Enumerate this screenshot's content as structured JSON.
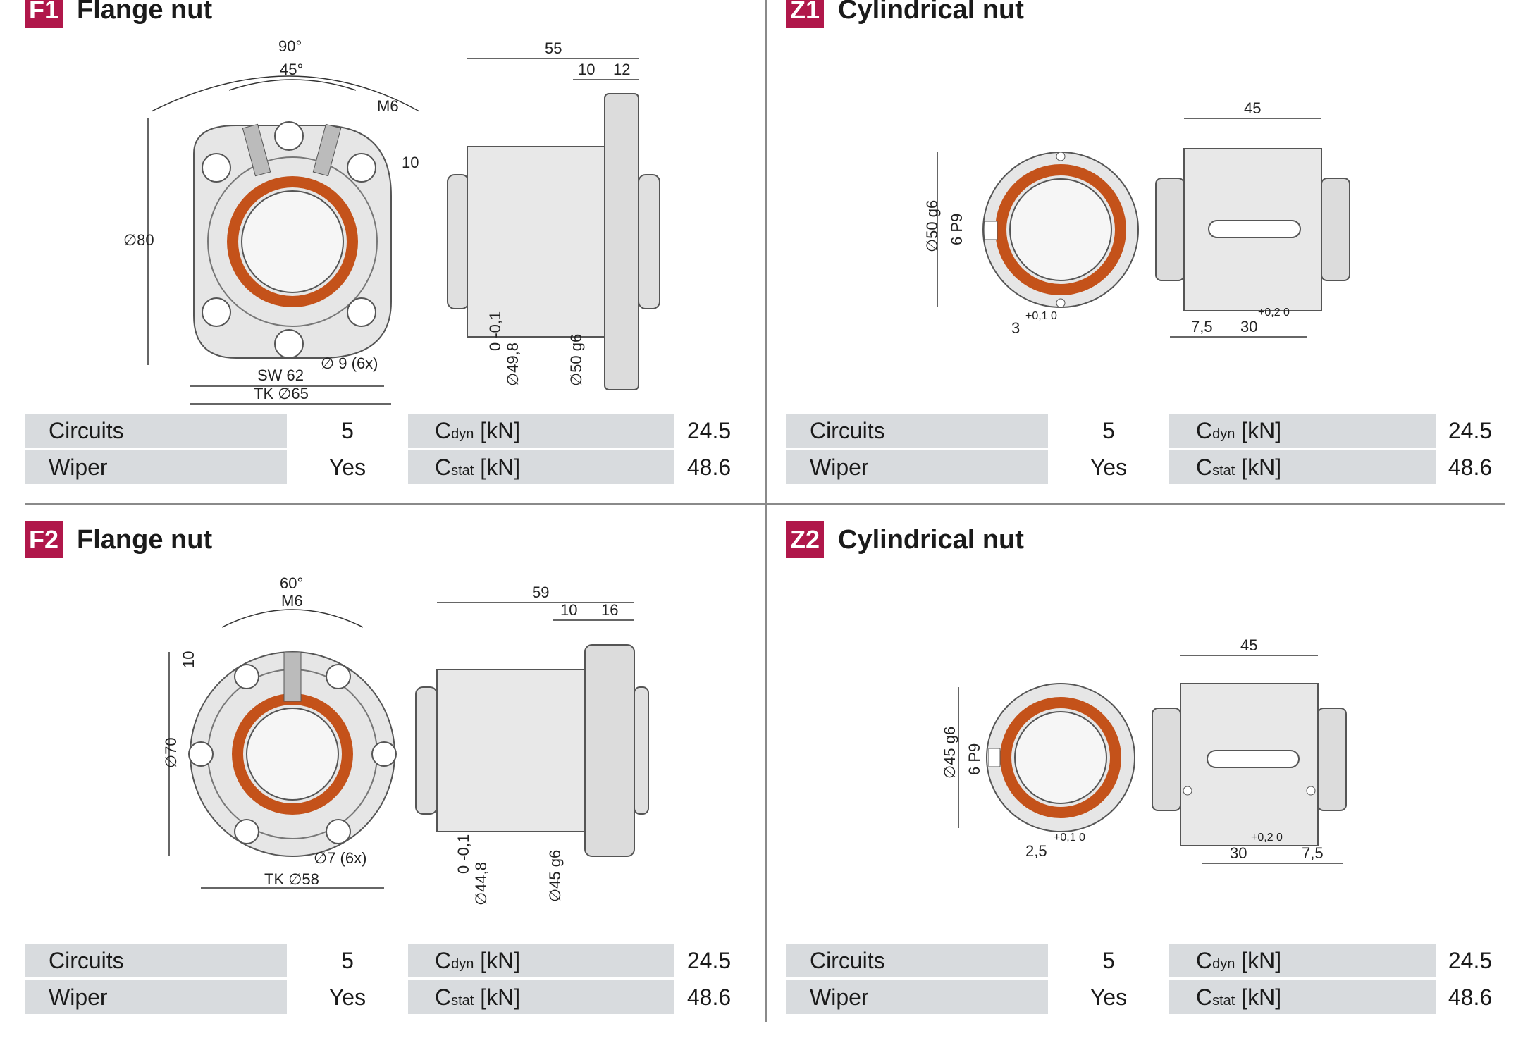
{
  "panels": [
    {
      "code": "F1",
      "title": "Flange nut",
      "dims": {
        "a1": "90°",
        "a2": "45°",
        "thread": "M6",
        "d10": "10",
        "dia80": "∅80",
        "l55": "55",
        "l10": "10",
        "l12": "12",
        "sw": "SW 62",
        "tk": "TK ∅65",
        "hole": "∅ 9 (6x)",
        "d1": "∅49,8",
        "d1tol": "0 -0,1",
        "d2": "∅50 g6"
      },
      "specs": {
        "circuits_label": "Circuits",
        "circuits": "5",
        "cdyn_main": "C",
        "cdyn_sub": "dyn",
        "cdyn_unit": " [kN]",
        "cdyn": "24.5",
        "wiper_label": "Wiper",
        "wiper": "Yes",
        "cstat_main": "C",
        "cstat_sub": "stat",
        "cstat_unit": " [kN]",
        "cstat": "48.6"
      }
    },
    {
      "code": "Z1",
      "title": "Cylindrical nut",
      "dims": {
        "l45": "45",
        "d": "∅50 g6",
        "key": "6 P9",
        "k3": "3",
        "ktol": "+0,1 0",
        "l7": "7,5",
        "l30": "30",
        "ltol": "+0,2 0"
      },
      "specs": {
        "circuits_label": "Circuits",
        "circuits": "5",
        "cdyn_main": "C",
        "cdyn_sub": "dyn",
        "cdyn_unit": " [kN]",
        "cdyn": "24.5",
        "wiper_label": "Wiper",
        "wiper": "Yes",
        "cstat_main": "C",
        "cstat_sub": "stat",
        "cstat_unit": " [kN]",
        "cstat": "48.6"
      }
    },
    {
      "code": "F2",
      "title": "Flange nut",
      "dims": {
        "a1": "60°",
        "thread": "M6",
        "d10": "10",
        "dia70": "∅70",
        "l59": "59",
        "l10": "10",
        "l16": "16",
        "tk": "TK ∅58",
        "hole": "∅7 (6x)",
        "d1": "∅44,8",
        "d1tol": "0 -0,1",
        "d2": "∅45 g6"
      },
      "specs": {
        "circuits_label": "Circuits",
        "circuits": "5",
        "cdyn_main": "C",
        "cdyn_sub": "dyn",
        "cdyn_unit": " [kN]",
        "cdyn": "24.5",
        "wiper_label": "Wiper",
        "wiper": "Yes",
        "cstat_main": "C",
        "cstat_sub": "stat",
        "cstat_unit": " [kN]",
        "cstat": "48.6"
      }
    },
    {
      "code": "Z2",
      "title": "Cylindrical nut",
      "dims": {
        "l45": "45",
        "d": "∅45 g6",
        "key": "6 P9",
        "k25": "2,5",
        "ktol": "+0,1 0",
        "l30": "30",
        "ltol": "+0,2 0",
        "l7": "7,5"
      },
      "specs": {
        "circuits_label": "Circuits",
        "circuits": "5",
        "cdyn_main": "C",
        "cdyn_sub": "dyn",
        "cdyn_unit": " [kN]",
        "cdyn": "24.5",
        "wiper_label": "Wiper",
        "wiper": "Yes",
        "cstat_main": "C",
        "cstat_sub": "stat",
        "cstat_unit": " [kN]",
        "cstat": "48.6"
      }
    }
  ],
  "colors": {
    "badge": "#b0174a",
    "seal": "#c4521a",
    "table_label_bg": "#d8dbde",
    "divider": "#8a8a8a"
  }
}
